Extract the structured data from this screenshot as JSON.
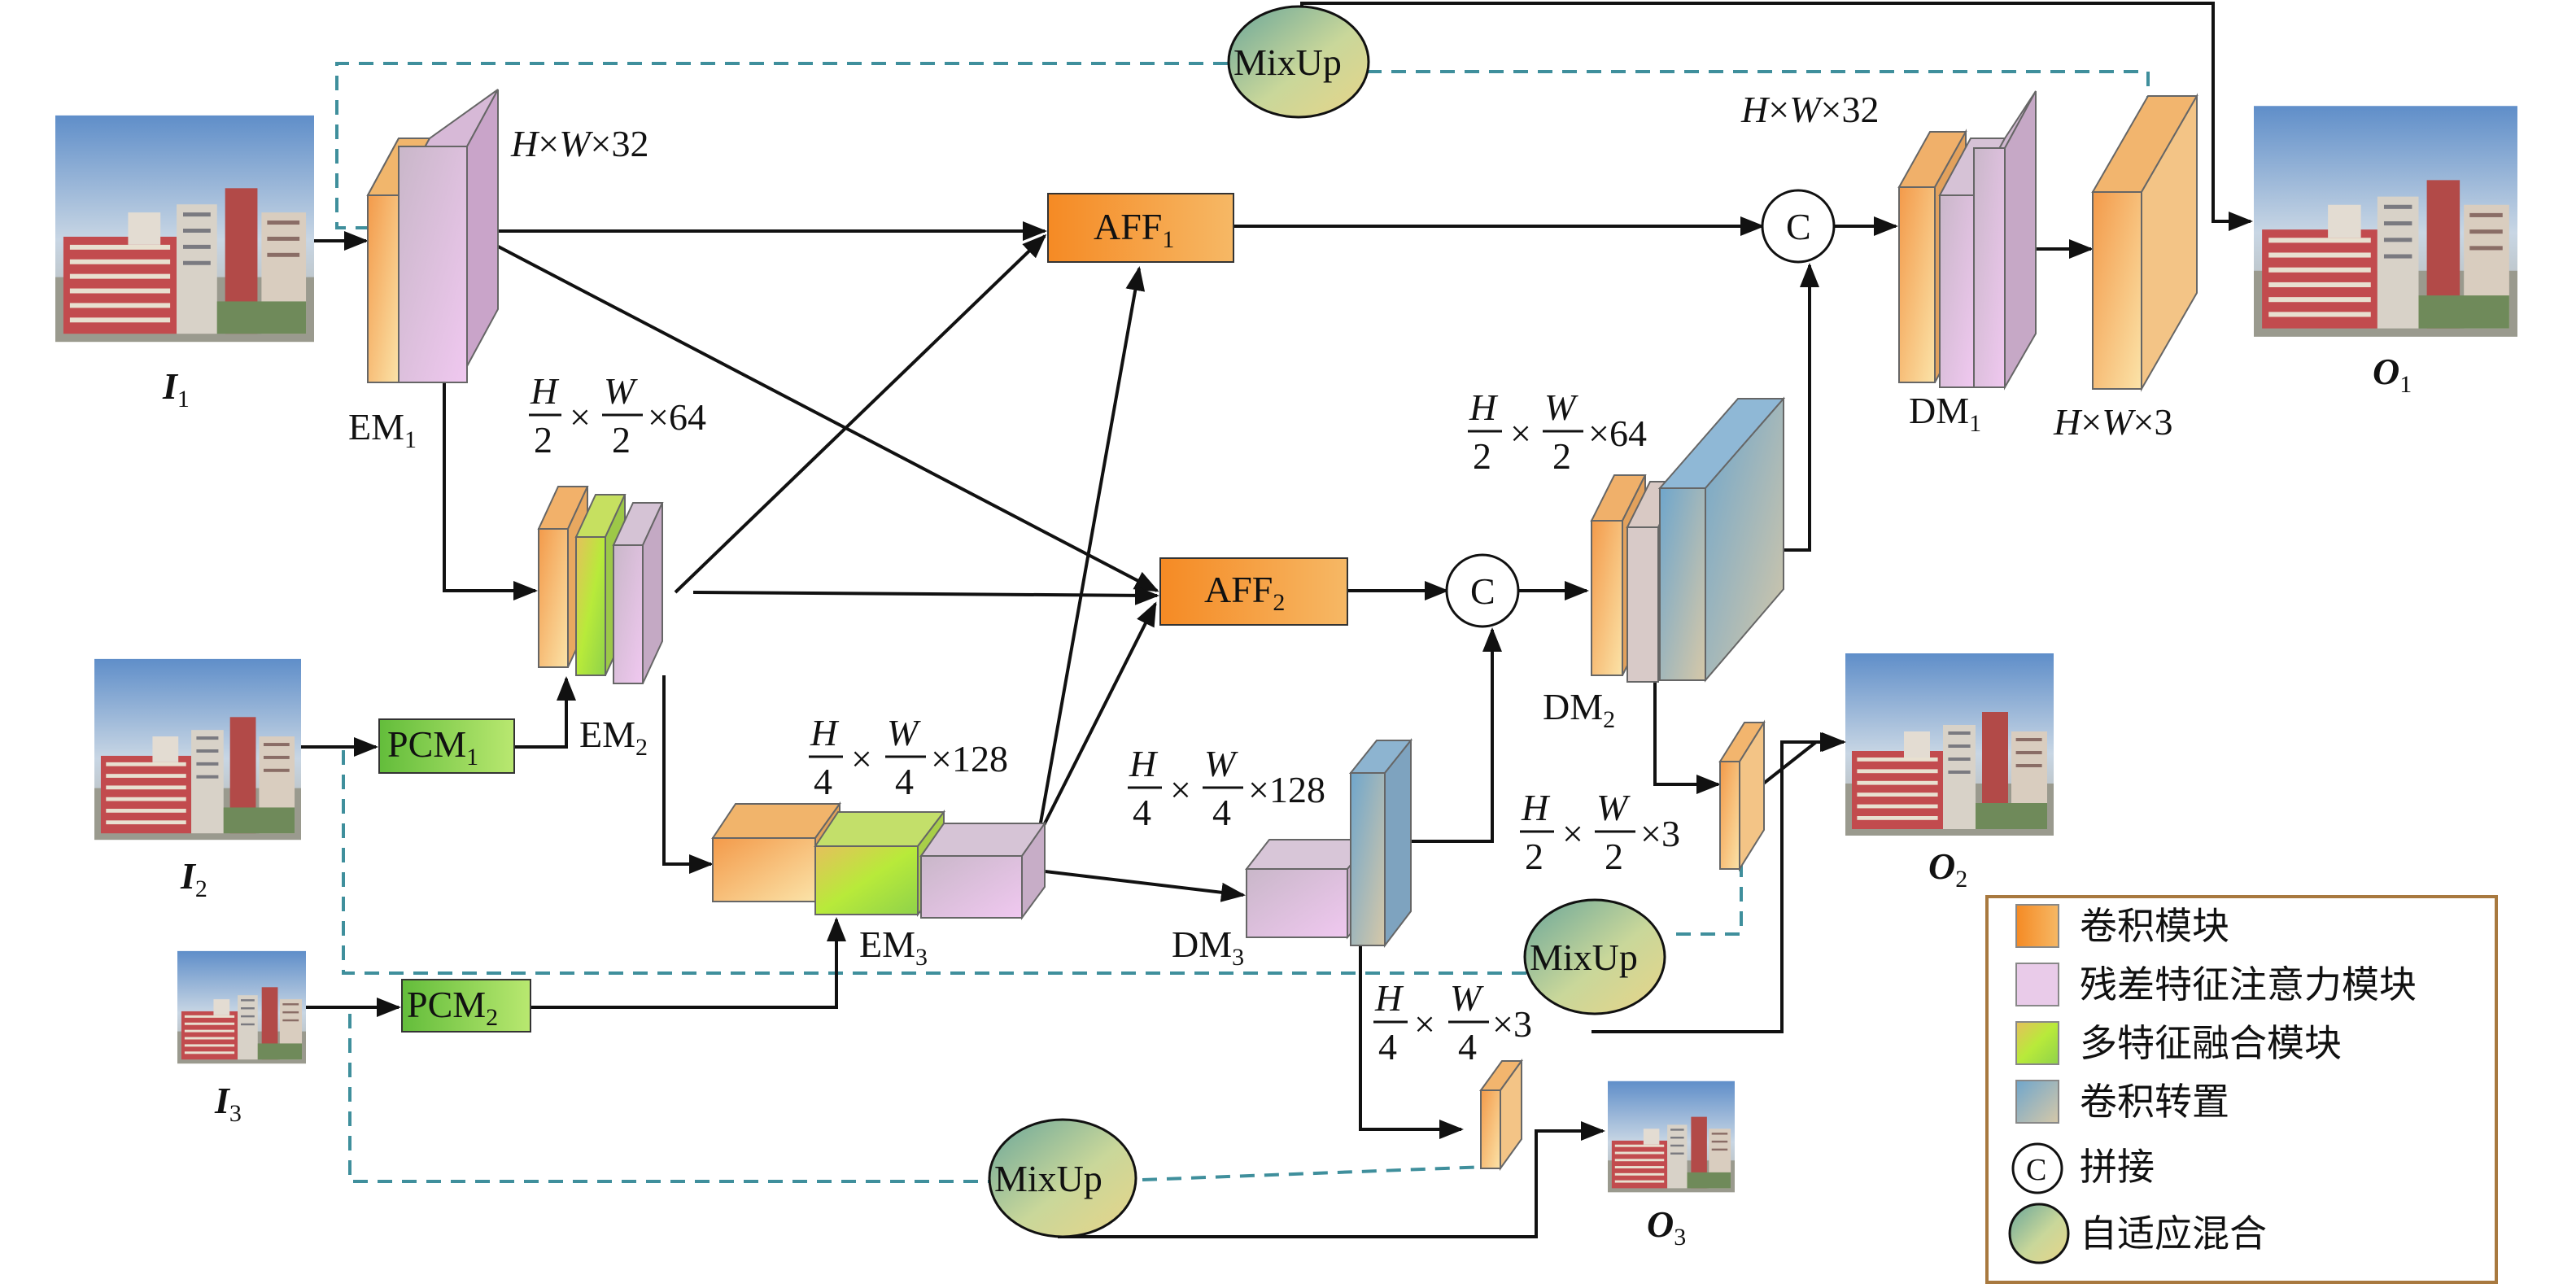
{
  "inputs": {
    "i1": {
      "base": "I",
      "sub": "1"
    },
    "i2": {
      "base": "I",
      "sub": "2"
    },
    "i3": {
      "base": "I",
      "sub": "3"
    }
  },
  "outputs": {
    "o1": {
      "base": "O",
      "sub": "1"
    },
    "o2": {
      "base": "O",
      "sub": "2"
    },
    "o3": {
      "base": "O",
      "sub": "3"
    }
  },
  "modules": {
    "em1": {
      "base": "EM",
      "sub": "1"
    },
    "em2": {
      "base": "EM",
      "sub": "2"
    },
    "em3": {
      "base": "EM",
      "sub": "3"
    },
    "dm1": {
      "base": "DM",
      "sub": "1"
    },
    "dm2": {
      "base": "DM",
      "sub": "2"
    },
    "dm3": {
      "base": "DM",
      "sub": "3"
    },
    "pcm1": {
      "base": "PCM",
      "sub": "1"
    },
    "pcm2": {
      "base": "PCM",
      "sub": "2"
    },
    "aff1": {
      "base": "AFF",
      "sub": "1"
    },
    "aff2": {
      "base": "AFF",
      "sub": "2"
    },
    "mixup": "MixUp",
    "concat": "C"
  },
  "dims": {
    "hw32": {
      "h": "H",
      "times": "×",
      "w": "W",
      "rest": "×32"
    },
    "hw3": {
      "h": "H",
      "times": "×",
      "w": "W",
      "rest": "×3"
    },
    "frac": {
      "h": "H",
      "w": "W",
      "half": "2",
      "quarter": "4",
      "times": "×"
    },
    "c64": "×64",
    "c128": "×128",
    "c3": "×3"
  },
  "legend": {
    "items": [
      {
        "label": "卷积模块",
        "color": "#f3a65a"
      },
      {
        "label": "残差特征注意力模块",
        "color": "#e4c3e6"
      },
      {
        "label": "多特征融合模块",
        "color": "#b9e33c"
      },
      {
        "label": "卷积转置",
        "color": "#8fb9d8"
      },
      {
        "label": "拼接",
        "symbol": "C"
      },
      {
        "label": "自适应混合",
        "color": "#9fc08b"
      }
    ]
  },
  "colors": {
    "arrow": "#111111",
    "dashed": "#3f8f9c",
    "legend_border": "#a8793f",
    "pcm_fill": "#7ccd3e",
    "aff_fill": "#f09a3e"
  }
}
